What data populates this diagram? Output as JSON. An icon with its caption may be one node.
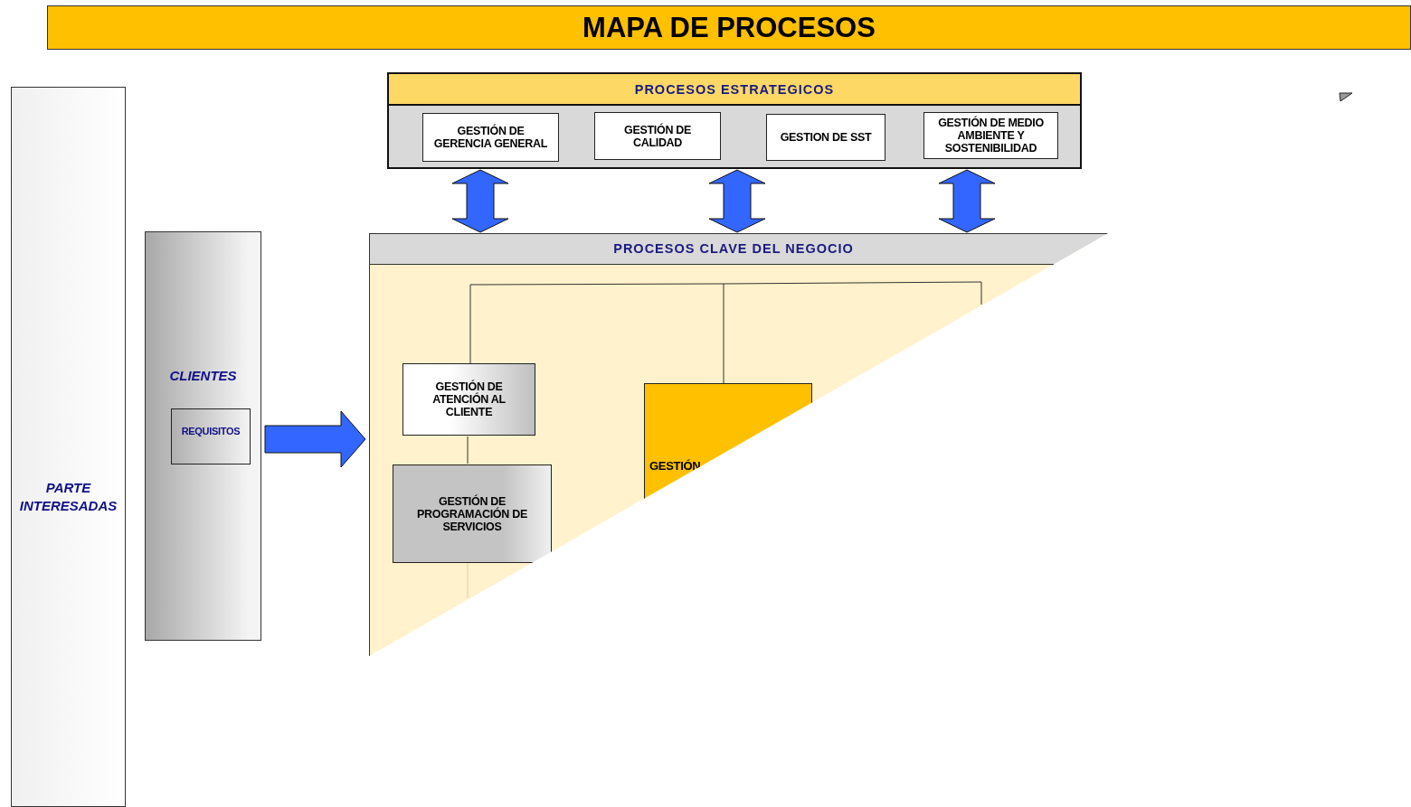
{
  "diagram": {
    "title": "MAPA DE PROCESOS",
    "nodes": [
      {
        "text": [
          "PROCESOS ESTRATEGICOS"
        ]
      },
      {
        "text": [
          "GESTIÓN DE GERENCIA GENERAL"
        ],
        "in": 0
      },
      {
        "text": [
          "GESTIÓN DE CALIDAD"
        ],
        "in": 0
      },
      {
        "text": [
          "GESTION DE SST"
        ],
        "in": 0
      },
      {
        "text": [
          "GESTIÓN DE MEDIO AMBIENTE Y SOSTENIBILIDAD"
        ],
        "in": 0
      },
      {
        "text": [
          "PROCESOS CLAVE DEL NEGOCIO"
        ]
      },
      {
        "text": [
          "GESTIÓN DE ATENCIÓN AL CLIENTE"
        ],
        "in": 5
      },
      {
        "text": [
          "GESTIÓN DE PROGRAMACIÓN DE SERVICIOS"
        ],
        "in": 5
      },
      {
        "text": [
          "GESTIÓN"
        ],
        "in": 5
      },
      {
        "text": [
          "PARTE INTERESADAS"
        ]
      },
      {
        "text": [
          "CLIENTES"
        ]
      },
      {
        "text": [
          "REQUISITOS"
        ],
        "in": 10
      }
    ],
    "edges": [
      {
        "from": 0,
        "to": 5,
        "arrow": "both",
        "style": "thick"
      },
      {
        "from": 0,
        "to": 5,
        "arrow": "both",
        "style": "thick"
      },
      {
        "from": 0,
        "to": 5,
        "arrow": "both",
        "style": "thick"
      },
      {
        "from": 10,
        "to": 5,
        "arrow": "to",
        "style": "thick"
      },
      {
        "from": 6,
        "to": 8,
        "arrow": "none"
      },
      {
        "from": 6,
        "to": 7,
        "arrow": "none"
      }
    ]
  }
}
